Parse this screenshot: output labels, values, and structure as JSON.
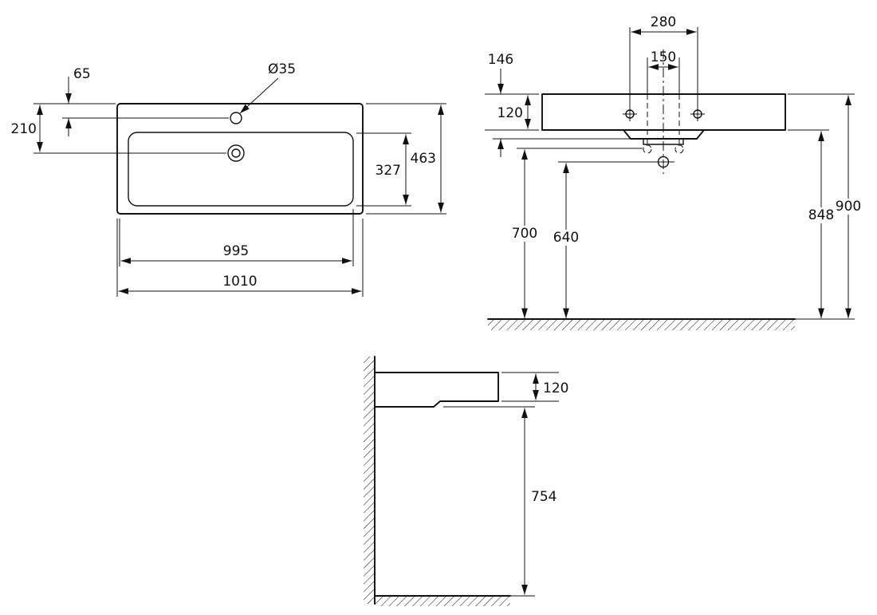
{
  "plan_view": {
    "tap_hole_diameter": "Ø35",
    "tap_offset": "65",
    "drain_offset": "210",
    "bowl_depth": "327",
    "overall_depth": "463",
    "bowl_width": "995",
    "overall_width": "1010"
  },
  "front_view": {
    "fixing_centers": "280",
    "bolt_centers": "150",
    "back_height": "146",
    "apron_height": "120",
    "trap_height": "700",
    "drain_height": "640",
    "underside_height": "848",
    "rim_height": "900"
  },
  "side_view": {
    "apron_height": "120",
    "clearance_height": "754"
  },
  "colors": {
    "line": "#111111",
    "background": "#ffffff"
  }
}
